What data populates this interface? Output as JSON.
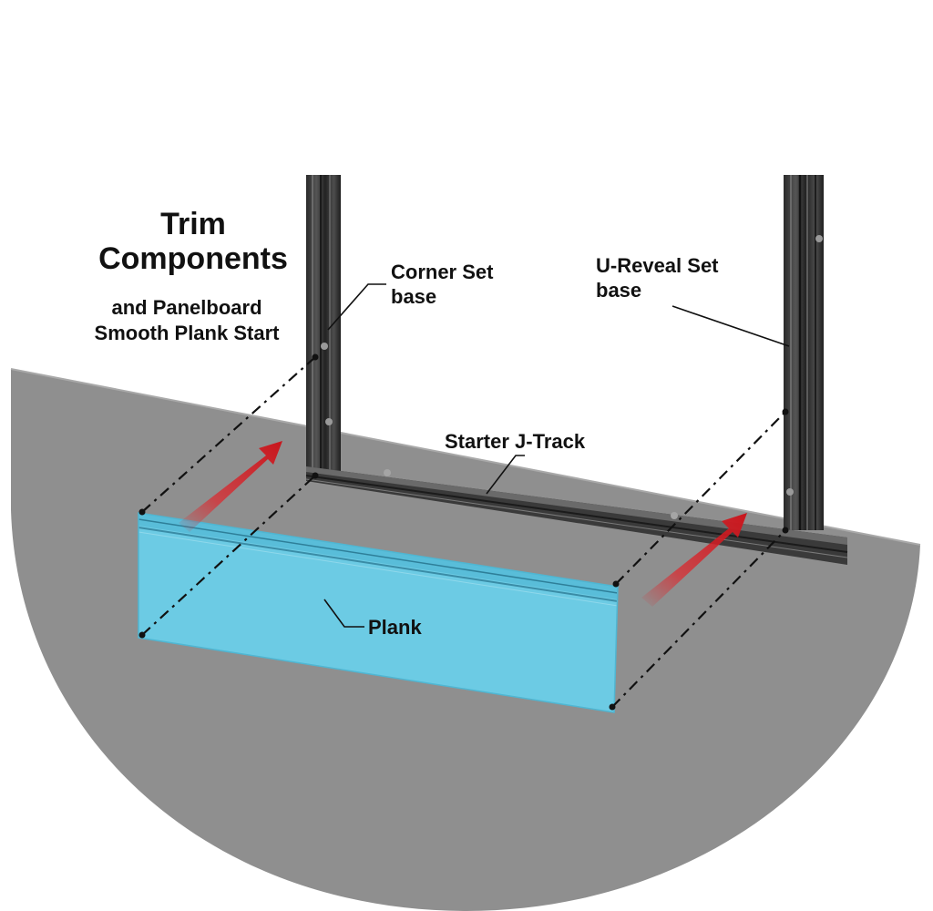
{
  "title": {
    "line1": "Trim",
    "line2": "Components"
  },
  "subtitle": {
    "line1": "and Panelboard",
    "line2": "Smooth Plank Start"
  },
  "callouts": {
    "corner_set": {
      "line1": "Corner Set",
      "line2": "base"
    },
    "u_reveal_set": {
      "line1": "U-Reveal Set",
      "line2": "base"
    },
    "starter_j_track": "Starter J-Track",
    "plank": "Plank"
  },
  "colors": {
    "background": "#ffffff",
    "ground": "#8f8f8f",
    "plank_face": "#6ccbe4",
    "plank_edge": "#4fb6d2",
    "trim_dark": "#2b2b2b",
    "trim_mid": "#5a5a5a",
    "arrow": "#e0252b"
  },
  "icons": {
    "direction_arrows": "red-arrow-icon",
    "fasteners": "screw-head-icon"
  }
}
